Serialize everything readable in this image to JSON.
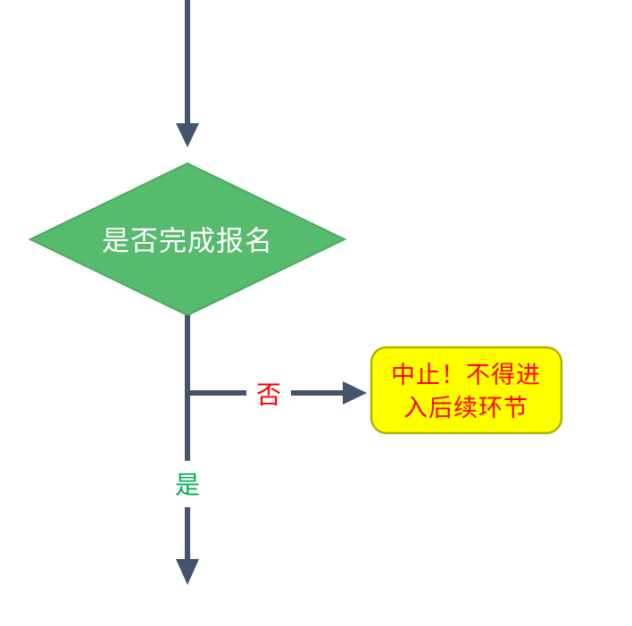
{
  "diagram": {
    "decision": {
      "label": "是否完成报名"
    },
    "branch_no": {
      "label": "否"
    },
    "branch_yes": {
      "label": "是"
    },
    "stop_box": {
      "line1": "中止！不得进",
      "line2": "入后续环节"
    }
  },
  "colors": {
    "connector": "#44546A",
    "diamond_fill": "#57BB6E",
    "diamond_stroke": "#4CAA62",
    "diamond_text": "#FFFFFF",
    "no_label": "#FF0000",
    "yes_label": "#00B050",
    "stop_fill": "#FFFF00",
    "stop_border": "#ABB400",
    "stop_text": "#FF0000"
  }
}
